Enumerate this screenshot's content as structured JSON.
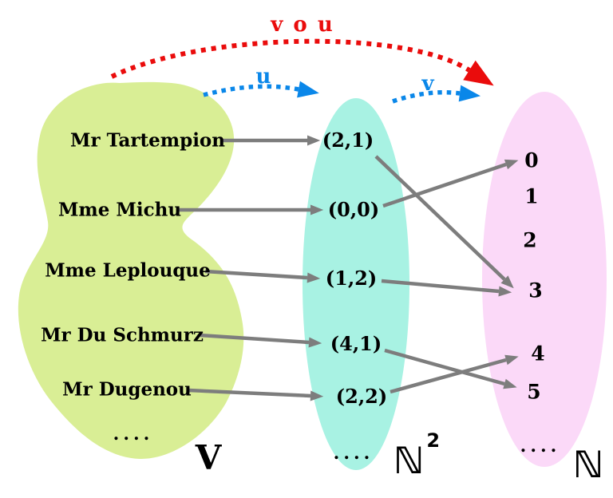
{
  "colors": {
    "set_v_fill": "#d9ee95",
    "set_n2_fill": "#a8f2e3",
    "set_n_fill": "#fbd9f8",
    "arrow_gray": "#7d7d7d",
    "arrow_red": "#ea0c0c",
    "arrow_blue": "#0a87e9",
    "text": "#000000"
  },
  "functions": {
    "u_label": "u",
    "v_label": "v",
    "composition_label": "v o u"
  },
  "sets": {
    "V": {
      "label": "V",
      "elements": [
        "Mr Tartempion",
        "Mme Michu",
        "Mme Leplouque",
        "Mr Du Schmurz",
        "Mr Dugenou"
      ],
      "ellipsis": "...."
    },
    "N2": {
      "label_base": "ℕ",
      "label_sup": "2",
      "elements": [
        "(2,1)",
        "(0,0)",
        "(1,2)",
        "(4,1)",
        "(2,2)"
      ],
      "ellipsis": "...."
    },
    "N": {
      "label": "ℕ",
      "elements": [
        "0",
        "1",
        "2",
        "3",
        "4",
        "5"
      ],
      "ellipsis": "...."
    }
  },
  "mappings": {
    "u": [
      {
        "from": "Mr Tartempion",
        "to": "(2,1)"
      },
      {
        "from": "Mme Michu",
        "to": "(0,0)"
      },
      {
        "from": "Mme Leplouque",
        "to": "(1,2)"
      },
      {
        "from": "Mr Du Schmurz",
        "to": "(4,1)"
      },
      {
        "from": "Mr Dugenou",
        "to": "(2,2)"
      }
    ],
    "v": [
      {
        "from": "(2,1)",
        "to": "3"
      },
      {
        "from": "(0,0)",
        "to": "0"
      },
      {
        "from": "(1,2)",
        "to": "3"
      },
      {
        "from": "(4,1)",
        "to": "5"
      },
      {
        "from": "(2,2)",
        "to": "4"
      }
    ]
  }
}
